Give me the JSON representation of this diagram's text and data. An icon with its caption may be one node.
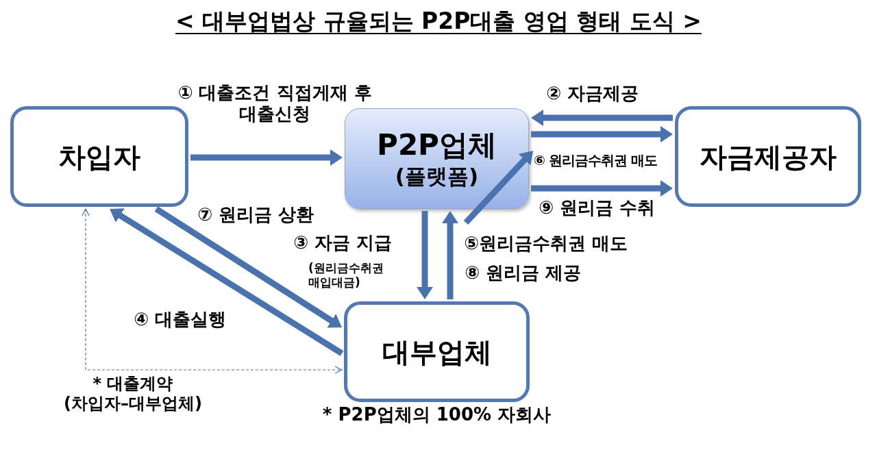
{
  "diagram": {
    "title": "< 대부업법상 규율되는 P2P대출 영업 형태 도식 >",
    "nodes": [
      {
        "text": [
          "차입자"
        ]
      },
      {
        "text": [
          "P2P업체",
          "(플랫폼)"
        ]
      },
      {
        "text": [
          "자금제공자"
        ]
      },
      {
        "text": [
          "대부업체"
        ],
        "beside": [
          "* P2P업체의 100% 자회사"
        ]
      }
    ],
    "edges": [
      {
        "from": 0,
        "to": 1,
        "arrow": "to",
        "label": "① 대출조건 직접게재 후 대출신청"
      },
      {
        "from": 2,
        "to": 1,
        "arrow": "to",
        "label": "② 자금제공"
      },
      {
        "from": 1,
        "to": 2,
        "arrow": "to",
        "label": "⑥ 원리금수취권 매도"
      },
      {
        "from": 1,
        "to": 2,
        "arrow": "to",
        "label": "⑨ 원리금 수취"
      },
      {
        "from": 1,
        "to": 3,
        "arrow": "to",
        "label": "③ 자금 지급"
      },
      {
        "from": 3,
        "to": 1,
        "arrow": "to",
        "label": "⑤원리금수취권 매도"
      },
      {
        "from": 0,
        "to": 3,
        "arrow": "to",
        "label": "⑦ 원리금 상환"
      },
      {
        "from": 3,
        "to": 0,
        "arrow": "to",
        "label": "④ 대출실행"
      },
      {
        "from": 0,
        "to": 3,
        "arrow": "both",
        "label": "* 대출계약 (차입자–대부업체)",
        "style": "dashed"
      }
    ],
    "labels": [
      "(원리금수취권 매입대금)",
      "⑧ 원리금 제공"
    ]
  }
}
